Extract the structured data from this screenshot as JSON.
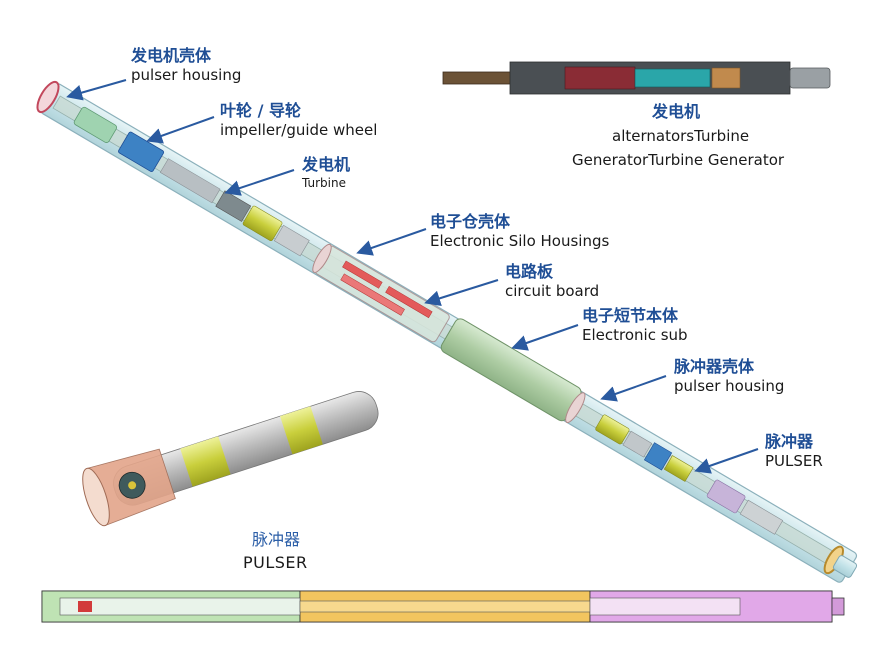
{
  "callouts": [
    {
      "id": "pulser-housing-top",
      "cn": "发电机壳体",
      "en": "pulser housing"
    },
    {
      "id": "impeller",
      "cn": "叶轮 / 导轮",
      "en": "impeller/guide wheel"
    },
    {
      "id": "turbine",
      "cn": "发电机",
      "en": "Turbine"
    },
    {
      "id": "electronic-silo",
      "cn": "电子仓壳体",
      "en": "Electronic Silo Housings"
    },
    {
      "id": "circuit-board",
      "cn": "电路板",
      "en": "circuit board"
    },
    {
      "id": "electronic-sub",
      "cn": "电子短节本体",
      "en": "Electronic sub"
    },
    {
      "id": "pulser-housing",
      "cn": "脉冲器壳体",
      "en": "pulser housing"
    },
    {
      "id": "pulser",
      "cn": "脉冲器",
      "en": "PULSER"
    }
  ],
  "generator_inset": {
    "cn": "发电机",
    "en_line1": "alternatorsTurbine",
    "en_line2": "GeneratorTurbine Generator"
  },
  "pulser_inset": {
    "cn": "脉冲器",
    "en": "PULSER"
  },
  "colors": {
    "label_blue": "#1f4e95",
    "arrow_blue": "#2a5aa0",
    "tube_glass": "#bfe0e6",
    "tube_edge": "#7fa8b4"
  }
}
